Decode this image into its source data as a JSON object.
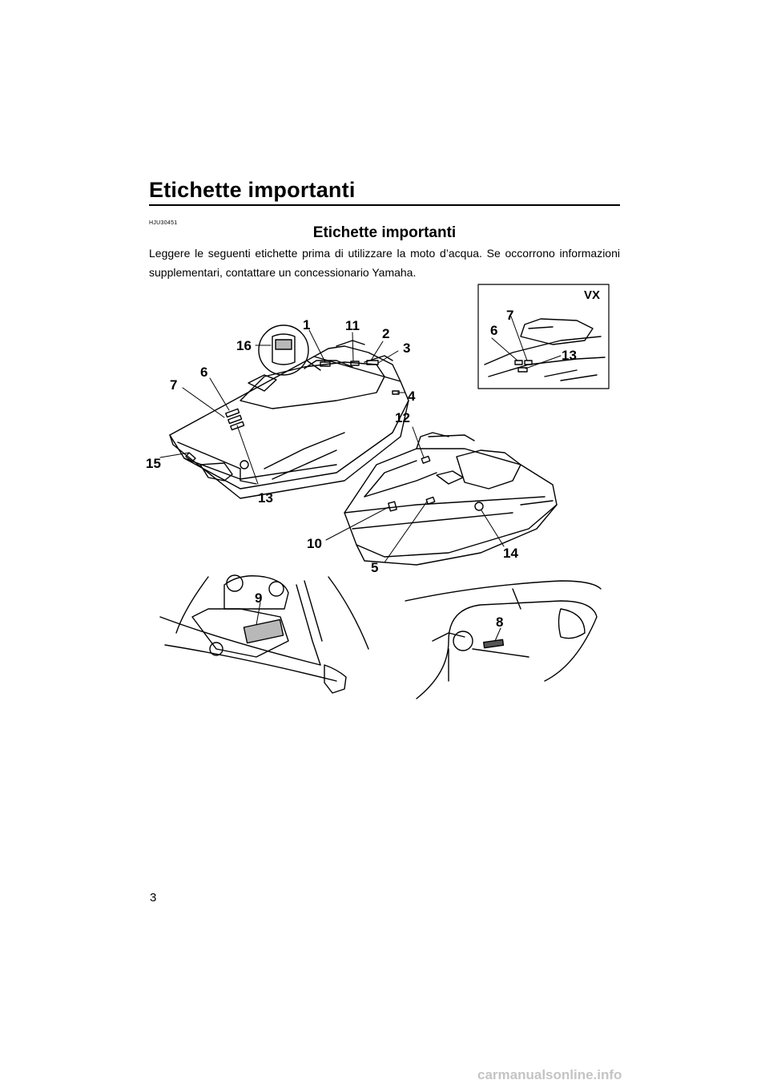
{
  "header": {
    "title": "Etichette importanti"
  },
  "section": {
    "code": "HJU30451",
    "title": "Etichette importanti",
    "intro": "Leggere le seguenti etichette prima di utilizzare la moto d’acqua. Se occorrono informazioni supplementari, contattare un concessionario Yamaha."
  },
  "figure": {
    "inset_label": "VX",
    "callouts_main": [
      "1",
      "11",
      "2",
      "3",
      "16",
      "6",
      "7",
      "4",
      "15",
      "13"
    ],
    "callouts_vx": [
      "7",
      "6",
      "13"
    ],
    "callouts_front": [
      "12",
      "10",
      "5",
      "14"
    ],
    "callouts_engine": [
      "9",
      "8"
    ]
  },
  "footer": {
    "page_number": "3",
    "watermark": "carmanualsonline.info"
  }
}
